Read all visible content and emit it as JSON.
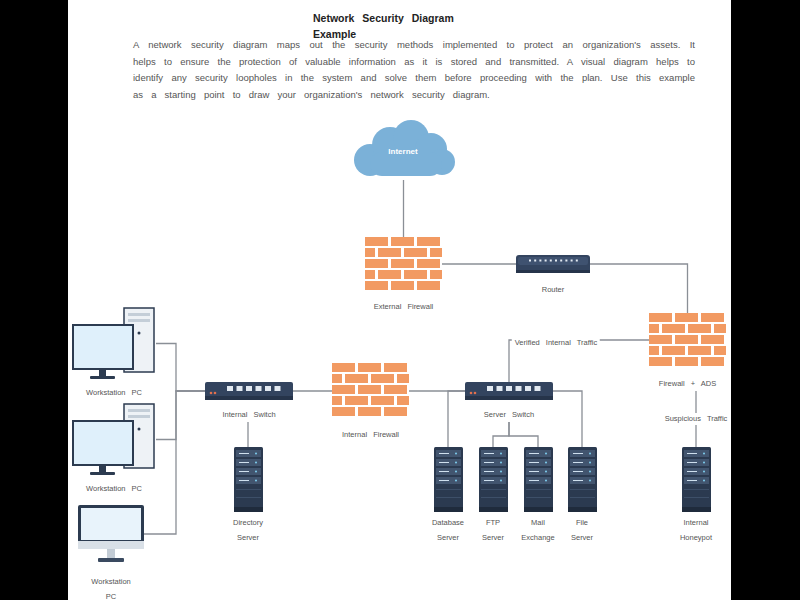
{
  "diagram": {
    "title": "Network Security Diagram Example",
    "caption": "A network security diagram maps out the security methods implemented to protect an organization's assets. It helps to ensure the protection of valuable information as it is stored and transmitted. A visual diagram helps to identify any security loopholes in the system and solve them before proceeding with the plan. Use this example as a starting point to draw your organization's network security diagram.",
    "nodes": [
      {
        "text": [
          "Internet"
        ]
      },
      {
        "text": [
          "External Firewall"
        ]
      },
      {
        "text": [
          "Router"
        ]
      },
      {
        "text": [
          "Workstation PC"
        ]
      },
      {
        "text": [
          "Internal Switch"
        ]
      },
      {
        "text": [
          "Internal Firewall"
        ]
      },
      {
        "text": [
          "Server Switch"
        ]
      },
      {
        "text": [
          "Firewall + ADS"
        ]
      },
      {
        "text": [
          "Workstation PC"
        ]
      },
      {
        "text": [
          "Workstation PC"
        ]
      },
      {
        "text": [
          "Directory Server"
        ]
      },
      {
        "text": [
          "Database Server"
        ]
      },
      {
        "text": [
          "FTP Server"
        ]
      },
      {
        "text": [
          "Mail Exchange"
        ]
      },
      {
        "text": [
          "File Server"
        ]
      },
      {
        "text": [
          "Internal Honeypot"
        ]
      }
    ],
    "edges": [
      {
        "from": 0,
        "to": 1,
        "arrow": "none"
      },
      {
        "from": 1,
        "to": 2,
        "arrow": "none"
      },
      {
        "from": 2,
        "to": 7,
        "arrow": "none"
      },
      {
        "from": 7,
        "to": 6,
        "label": "Verified Internal Traffic",
        "arrow": "none"
      },
      {
        "from": 7,
        "to": 15,
        "label": "Suspicious Traffic",
        "arrow": "none"
      },
      {
        "from": 3,
        "to": 4,
        "arrow": "none"
      },
      {
        "from": 8,
        "to": 4,
        "arrow": "none"
      },
      {
        "from": 9,
        "to": 4,
        "arrow": "none"
      },
      {
        "from": 4,
        "to": 10,
        "arrow": "none"
      },
      {
        "from": 4,
        "to": 5,
        "arrow": "none"
      },
      {
        "from": 5,
        "to": 6,
        "arrow": "none"
      },
      {
        "from": 6,
        "to": 11,
        "arrow": "none"
      },
      {
        "from": 6,
        "to": 12,
        "arrow": "none"
      },
      {
        "from": 6,
        "to": 13,
        "arrow": "none"
      },
      {
        "from": 6,
        "to": 14,
        "arrow": "none"
      }
    ]
  }
}
